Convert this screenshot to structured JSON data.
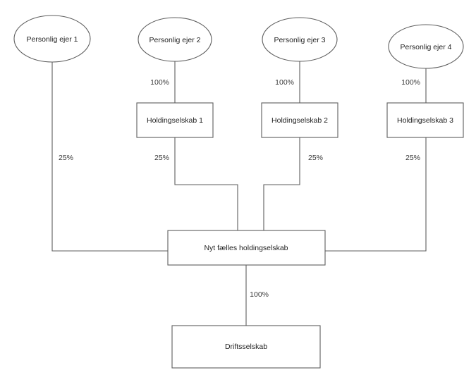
{
  "diagram": {
    "type": "org-ownership-structure",
    "background": "#ffffff",
    "stroke_color": "#5e5e5e",
    "text_color": "#222222",
    "owners": [
      {
        "id": "owner-1",
        "label": "Personlig ejer 1"
      },
      {
        "id": "owner-2",
        "label": "Personlig ejer 2"
      },
      {
        "id": "owner-3",
        "label": "Personlig ejer 3"
      },
      {
        "id": "owner-4",
        "label": "Personlig ejer 4"
      }
    ],
    "holdings": [
      {
        "id": "holding-1",
        "label": "Holdingselskab 1"
      },
      {
        "id": "holding-2",
        "label": "Holdingselskab 2"
      },
      {
        "id": "holding-3",
        "label": "Holdingselskab 3"
      }
    ],
    "joint_holding": {
      "id": "joint-holding",
      "label": "Nyt fælles holdingselskab"
    },
    "operating_company": {
      "id": "operating-company",
      "label": "Driftsselskab"
    },
    "edge_labels": {
      "owner1_to_joint": "25%",
      "owner2_to_holding1": "100%",
      "owner3_to_holding2": "100%",
      "owner4_to_holding3": "100%",
      "holding1_to_joint": "25%",
      "holding2_to_joint": "25%",
      "holding3_to_joint": "25%",
      "joint_to_operating": "100%"
    }
  }
}
